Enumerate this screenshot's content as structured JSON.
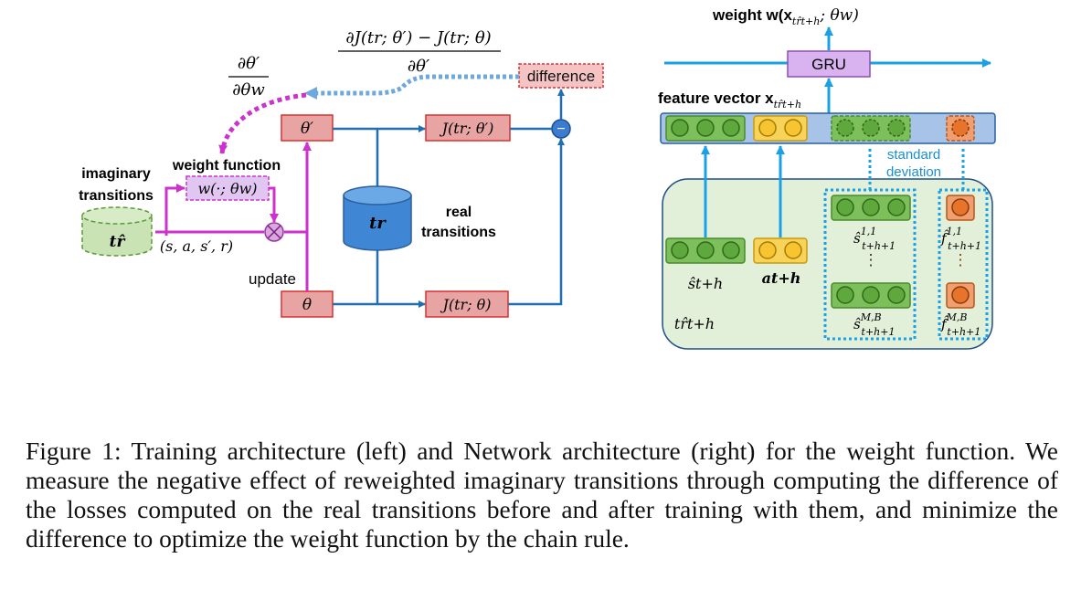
{
  "left": {
    "grad_numerator": "∂J(tr; θ′) − J(tr; θ)",
    "grad_denominator": "∂θ′",
    "chain_numerator": "∂θ′",
    "chain_denominator": "∂θw",
    "difference_label": "difference",
    "minus_sign": "−",
    "theta_prime": "θ′",
    "theta": "θ",
    "j_theta_prime": "J(tr; θ′)",
    "j_theta": "J(tr; θ)",
    "imaginary_transitions": [
      "imaginary",
      "transitions"
    ],
    "weight_function_label": "weight function",
    "weight_function_formula": "w(·; θw)",
    "imag_buffer": "tr̂",
    "tuple": "(s, a, s′, r)",
    "real_buffer": "tr",
    "real_transitions": [
      "real",
      "transitions"
    ],
    "update_label": "update"
  },
  "right": {
    "weight_output": "weight  w(x",
    "weight_output_sub": "tr̂t+h",
    "weight_output_tail": "; θw)",
    "gru_label": "GRU",
    "feature_vector_label": "feature vector  x",
    "feature_vector_sub": "tr̂t+h",
    "std_label": [
      "standard",
      "deviation"
    ],
    "s_label": "ŝt+h",
    "a_label": "at+h",
    "s11_label": "ŝ",
    "s11_sup": "1,1",
    "s11_sub": "t+h+1",
    "sMB_sup": "M,B",
    "f11_label": "f̂",
    "f11_sup": "1,1",
    "f11_sub": "t+h+1",
    "fMB_sup": "M,B",
    "tr_label": "tr̂t+h",
    "vdots": "⋮"
  },
  "caption": "Figure 1: Training architecture (left) and Network architecture (right) for the weight function. We measure the negative effect of reweighted imaginary transitions through computing the difference of the losses computed on the real transitions before and after training with them, and minimize the difference to optimize the weight function by the chain rule.",
  "colors": {
    "blue_arrow": "#1f6fb2",
    "light_blue": "#1aa0e6",
    "magenta": "#cc33cc",
    "red_box_fill": "#e8a3a3",
    "red_box_stroke": "#d93030",
    "purple_fill": "#d9b3f0",
    "green_fill": "#7dbf5a",
    "green_region": "#e2efd9",
    "yellow": "#f7c531",
    "orange": "#e8732a",
    "feature_bar": "#a7c3e8"
  },
  "icons": [
    "cylinder-icon",
    "multiply-circle-icon",
    "minus-circle-icon",
    "arrow-icon"
  ]
}
